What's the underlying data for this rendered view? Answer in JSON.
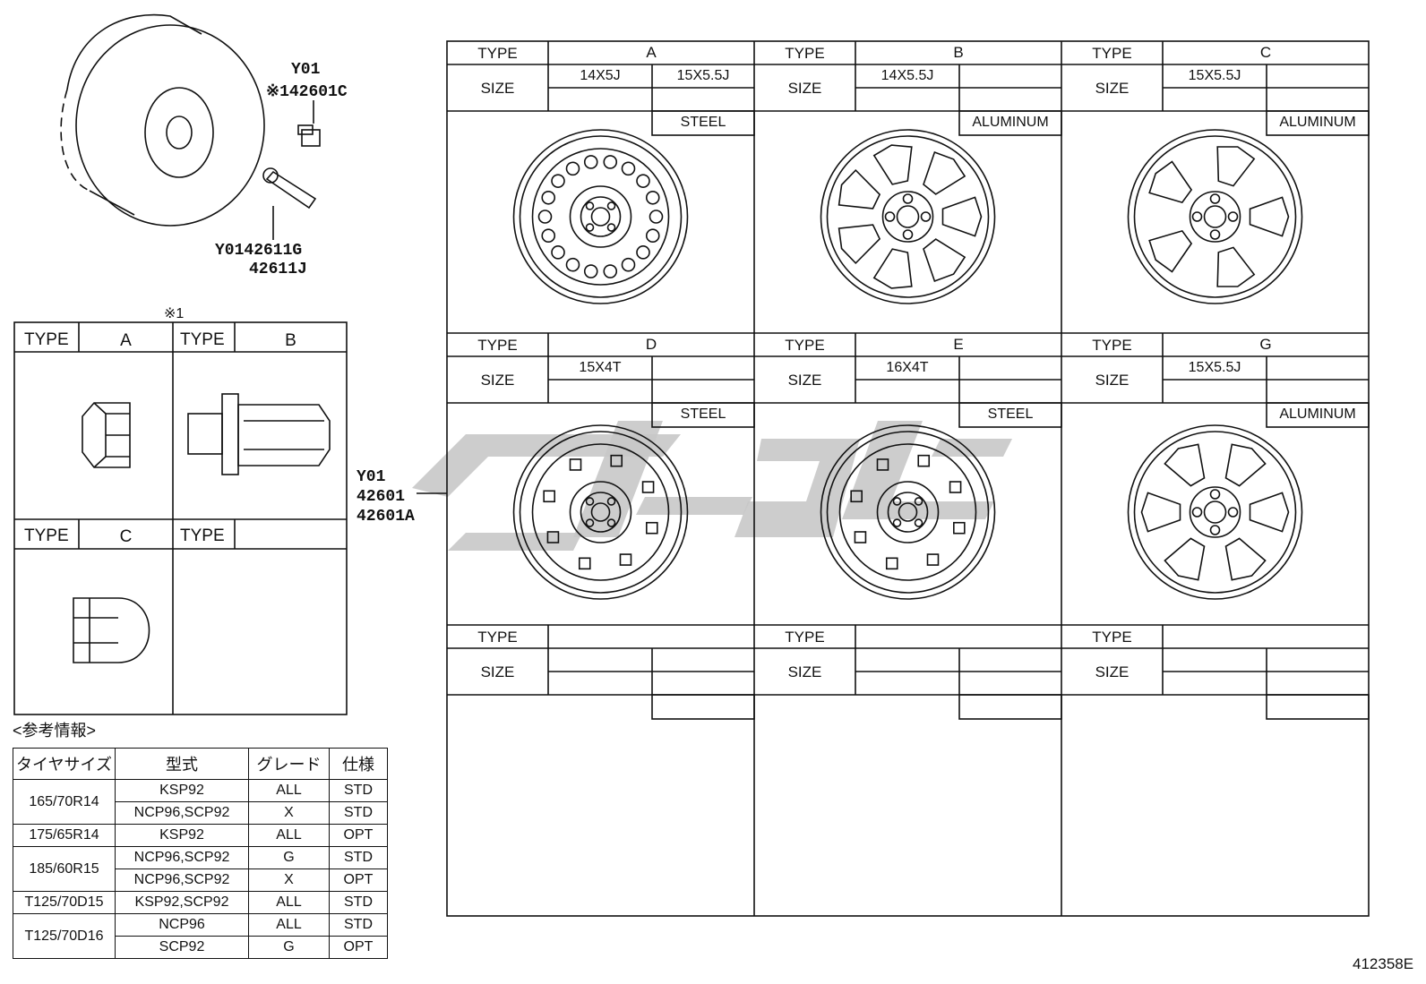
{
  "parts": {
    "cap_code_1": "Y01",
    "cap_code_2": "※142601C",
    "valve_code_1": "Y0142611G",
    "valve_code_2": "42611J",
    "wheel_code_1": "Y01",
    "wheel_code_2": "42601",
    "wheel_code_3": "42601A"
  },
  "nut_panel": {
    "note": "※1",
    "cells": [
      {
        "type_label": "TYPE",
        "type_value": "A"
      },
      {
        "type_label": "TYPE",
        "type_value": "B"
      },
      {
        "type_label": "TYPE",
        "type_value": "C"
      },
      {
        "type_label": "TYPE",
        "type_value": ""
      }
    ]
  },
  "wheel_grid": {
    "type_label": "TYPE",
    "size_label": "SIZE",
    "cells": [
      {
        "type": "A",
        "sizes": [
          "14X5J",
          "15X5.5J"
        ],
        "material": "STEEL",
        "style": "steel-holes"
      },
      {
        "type": "B",
        "sizes": [
          "14X5.5J",
          ""
        ],
        "material": "ALUMINUM",
        "style": "alloy-7"
      },
      {
        "type": "C",
        "sizes": [
          "15X5.5J",
          ""
        ],
        "material": "ALUMINUM",
        "style": "alloy-5"
      },
      {
        "type": "D",
        "sizes": [
          "15X4T",
          ""
        ],
        "material": "STEEL",
        "style": "steel-spare"
      },
      {
        "type": "E",
        "sizes": [
          "16X4T",
          ""
        ],
        "material": "STEEL",
        "style": "steel-spare2"
      },
      {
        "type": "G",
        "sizes": [
          "15X5.5J",
          ""
        ],
        "material": "ALUMINUM",
        "style": "alloy-6"
      },
      {
        "type": "",
        "sizes": [
          "",
          ""
        ],
        "material": "",
        "style": "empty"
      },
      {
        "type": "",
        "sizes": [
          "",
          ""
        ],
        "material": "",
        "style": "empty"
      },
      {
        "type": "",
        "sizes": [
          "",
          ""
        ],
        "material": "",
        "style": "empty"
      }
    ]
  },
  "reference": {
    "title": "<参考情報>",
    "headers": [
      "タイヤサイズ",
      "型式",
      "グレード",
      "仕様"
    ],
    "rows": [
      {
        "tire": "165/70R14",
        "model": "KSP92",
        "grade": "ALL",
        "spec": "STD"
      },
      {
        "tire": "",
        "model": "NCP96,SCP92",
        "grade": "X",
        "spec": "STD"
      },
      {
        "tire": "175/65R14",
        "model": "KSP92",
        "grade": "ALL",
        "spec": "OPT"
      },
      {
        "tire": "185/60R15",
        "model": "NCP96,SCP92",
        "grade": "G",
        "spec": "STD"
      },
      {
        "tire": "",
        "model": "NCP96,SCP92",
        "grade": "X",
        "spec": "OPT"
      },
      {
        "tire": "T125/70D15",
        "model": "KSP92,SCP92",
        "grade": "ALL",
        "spec": "STD"
      },
      {
        "tire": "T125/70D16",
        "model": "NCP96",
        "grade": "ALL",
        "spec": "STD"
      },
      {
        "tire": "",
        "model": "SCP92",
        "grade": "G",
        "spec": "OPT"
      }
    ]
  },
  "figure_id": "412358E",
  "colors": {
    "line": "#111111",
    "watermark": "#c8c8c8"
  }
}
